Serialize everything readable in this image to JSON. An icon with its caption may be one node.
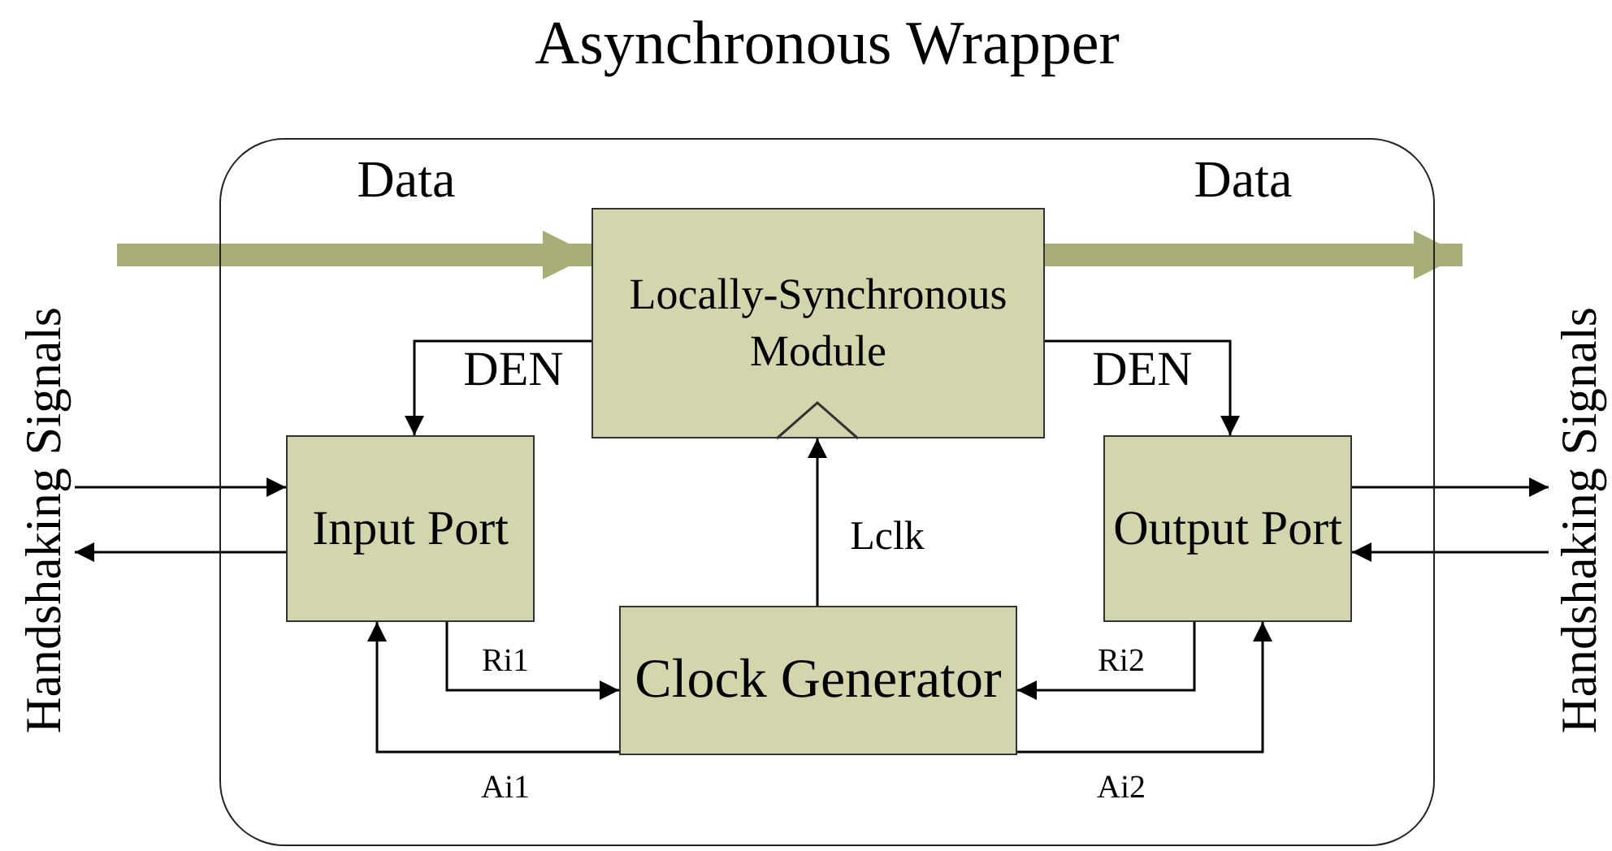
{
  "diagram": {
    "nodes": [
      {
        "text": [
          "Asynchronous Wrapper"
        ]
      },
      {
        "text": [
          "Locally-Synchronous Module"
        ],
        "in": 0
      },
      {
        "text": [
          "Input Port"
        ],
        "in": 0
      },
      {
        "text": [
          "Clock Generator"
        ],
        "in": 0
      },
      {
        "text": [
          "Output Port"
        ],
        "in": 0
      },
      {
        "text": [
          "Handshaking Signals"
        ]
      },
      {
        "text": [
          "Handshaking Signals"
        ]
      }
    ],
    "edges": [
      {
        "from": null,
        "to": 1,
        "arrow": "to",
        "label": "Data",
        "style": "thick",
        "color": "#a9ae78"
      },
      {
        "from": 1,
        "to": null,
        "arrow": "to",
        "label": "Data",
        "style": "thick",
        "color": "#a9ae78"
      },
      {
        "from": 1,
        "to": 2,
        "arrow": "to",
        "label": "DEN"
      },
      {
        "from": 1,
        "to": 4,
        "arrow": "to",
        "label": "DEN"
      },
      {
        "from": 3,
        "to": 1,
        "arrow": "to",
        "label": "Lclk"
      },
      {
        "from": 2,
        "to": 3,
        "arrow": "to",
        "label": "Ri1"
      },
      {
        "from": 3,
        "to": 2,
        "arrow": "to",
        "label": "Ai1"
      },
      {
        "from": 4,
        "to": 3,
        "arrow": "to",
        "label": "Ri2"
      },
      {
        "from": 3,
        "to": 4,
        "arrow": "to",
        "label": "Ai2"
      },
      {
        "from": 5,
        "to": 2,
        "arrow": "to"
      },
      {
        "from": 2,
        "to": 5,
        "arrow": "to"
      },
      {
        "from": 4,
        "to": 6,
        "arrow": "to"
      },
      {
        "from": 6,
        "to": 4,
        "arrow": "to"
      }
    ]
  }
}
